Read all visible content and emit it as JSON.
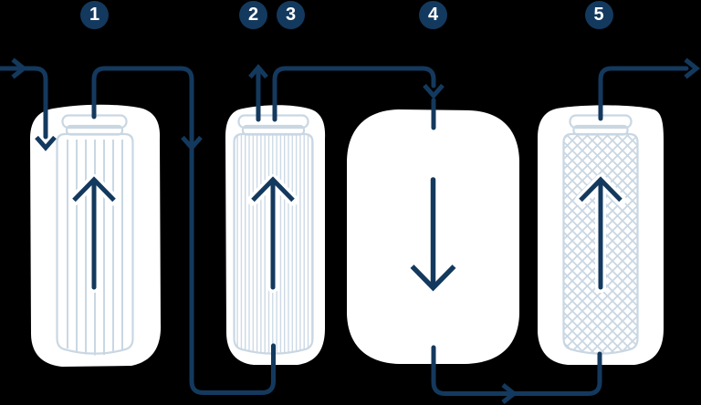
{
  "badges": [
    {
      "label": "1"
    },
    {
      "label": "2"
    },
    {
      "label": "3"
    },
    {
      "label": "4"
    },
    {
      "label": "5"
    }
  ],
  "colors": {
    "flow": "#14395e",
    "outline": "#c9d7e3",
    "vessel": "#ffffff",
    "background": "#000000",
    "badge_text": "#ffffff"
  }
}
